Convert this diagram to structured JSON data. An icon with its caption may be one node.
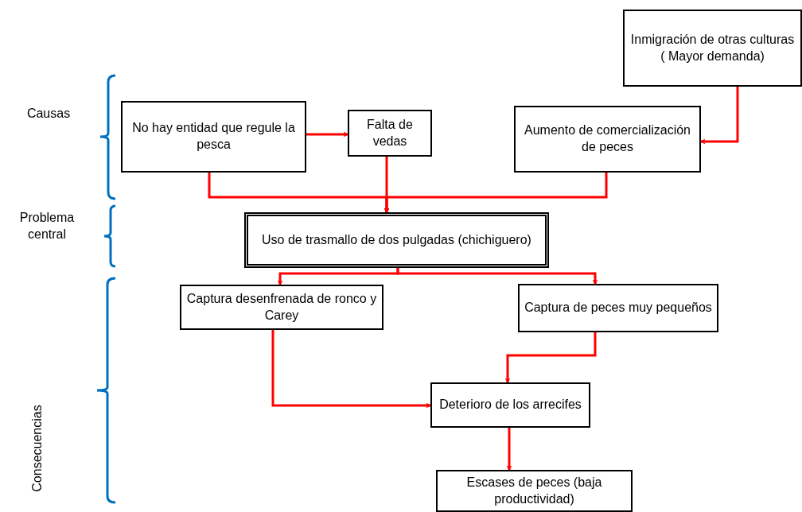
{
  "diagram": {
    "nodes": [
      {
        "text": [
          "No hay entidad que regule la pesca"
        ]
      },
      {
        "text": [
          "Falta de vedas"
        ]
      },
      {
        "text": [
          "Inmigración de otras culturas ( Mayor demanda)"
        ]
      },
      {
        "text": [
          "Aumento de comercialización de peces"
        ]
      },
      {
        "text": [
          "Uso de trasmallo de dos pulgadas (chichiguero)"
        ]
      },
      {
        "text": [
          "Captura desenfrenada de ronco y Carey"
        ]
      },
      {
        "text": [
          "Captura de peces muy pequeños"
        ]
      },
      {
        "text": [
          "Deterioro de los arrecifes"
        ]
      },
      {
        "text": [
          "Escases de peces (baja productividad)"
        ]
      }
    ],
    "edges": [
      {
        "from": 0,
        "to": 1,
        "arrow": "to"
      },
      {
        "from": 0,
        "to": 4,
        "arrow": "to"
      },
      {
        "from": 1,
        "to": 4,
        "arrow": "to"
      },
      {
        "from": 3,
        "to": 4,
        "arrow": "to"
      },
      {
        "from": 2,
        "to": 3,
        "arrow": "to"
      },
      {
        "from": 4,
        "to": 5,
        "arrow": "to"
      },
      {
        "from": 4,
        "to": 6,
        "arrow": "to"
      },
      {
        "from": 5,
        "to": 7,
        "arrow": "to"
      },
      {
        "from": 6,
        "to": 7,
        "arrow": "to"
      },
      {
        "from": 7,
        "to": 8,
        "arrow": "to"
      }
    ],
    "labels": [
      "Causas",
      "Problema central",
      "Consecuencias"
    ]
  }
}
